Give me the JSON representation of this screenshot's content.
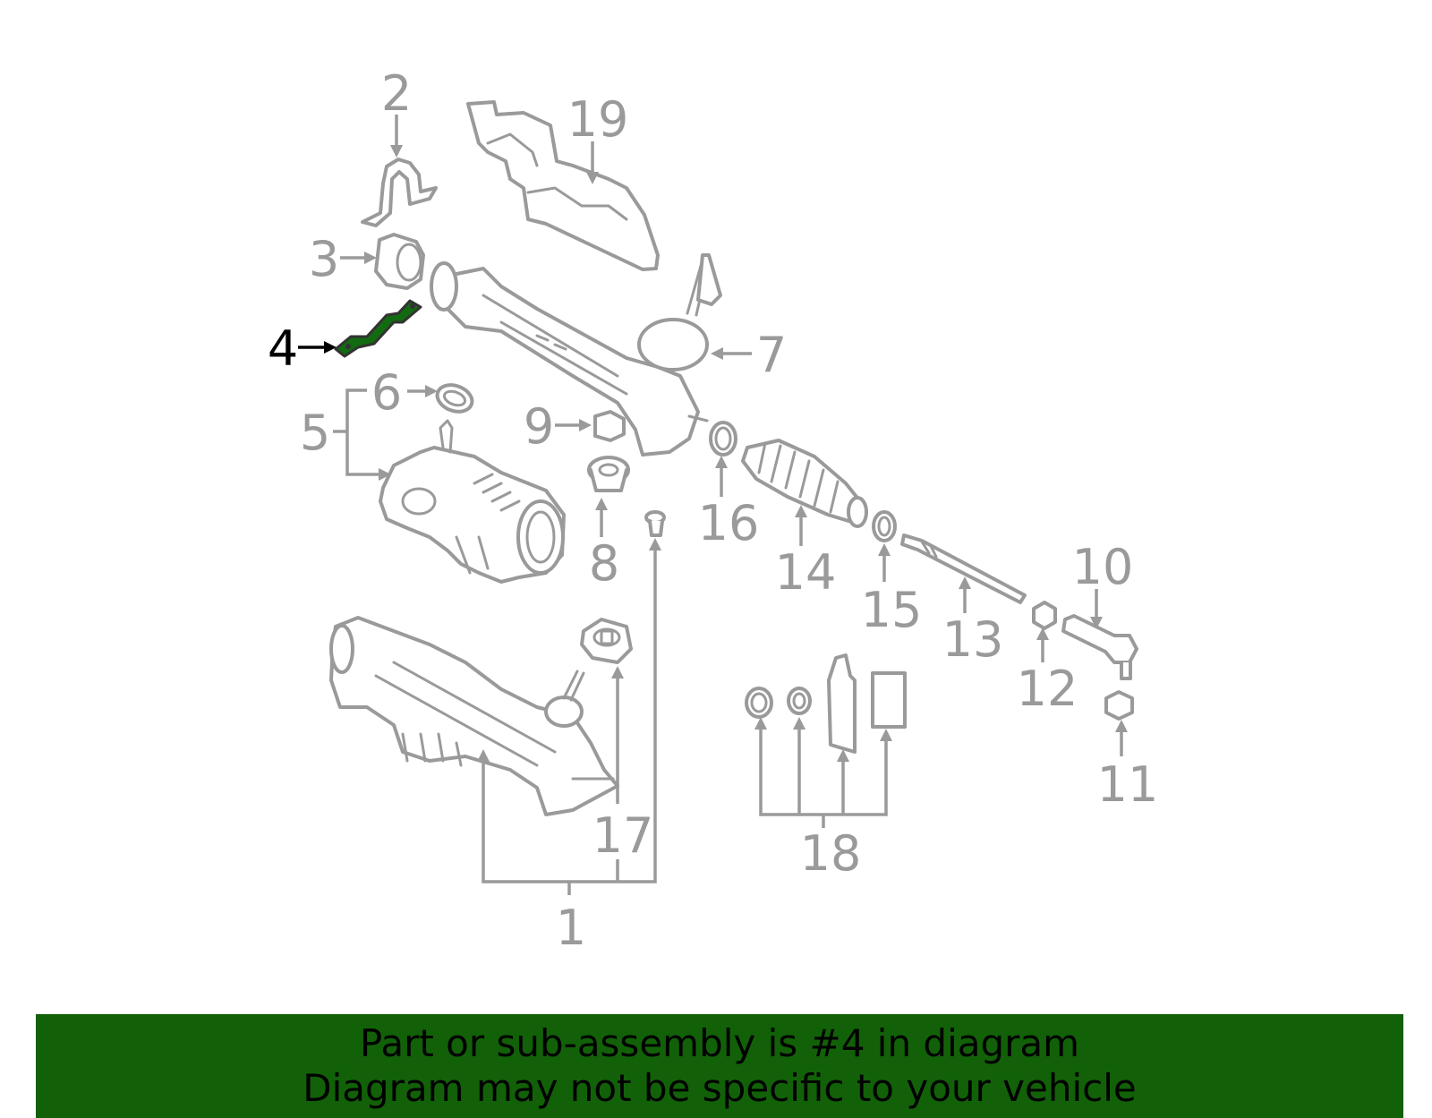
{
  "highlighted_part": "4",
  "colors": {
    "highlight": "#126b10",
    "banner": "#126108",
    "linework": "#9a9a9a"
  },
  "callouts": {
    "c1": "1",
    "c2": "2",
    "c3": "3",
    "c4": "4",
    "c5": "5",
    "c6": "6",
    "c7": "7",
    "c8": "8",
    "c9": "9",
    "c10": "10",
    "c11": "11",
    "c12": "12",
    "c13": "13",
    "c14": "14",
    "c15": "15",
    "c16": "16",
    "c17": "17",
    "c18": "18",
    "c19": "19"
  },
  "banner": {
    "line1": "Part or sub-assembly is #4 in diagram",
    "line2": "Diagram may not be specific to your vehicle"
  }
}
